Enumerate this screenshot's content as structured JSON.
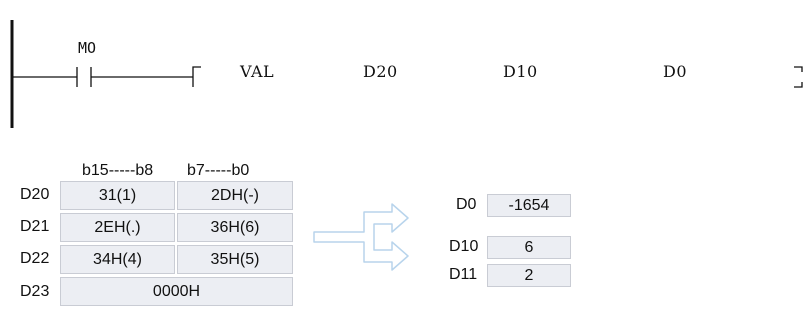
{
  "ladder": {
    "contact_label": "MO",
    "instruction": "VAL",
    "operands": [
      "D20",
      "D10",
      "D0"
    ]
  },
  "table": {
    "headers": [
      "b15-----b8",
      "b7-----b0"
    ],
    "rows": [
      {
        "reg": "D20",
        "high": "31(1)",
        "low": "2DH(-)"
      },
      {
        "reg": "D21",
        "high": "2EH(.)",
        "low": "36H(6)"
      },
      {
        "reg": "D22",
        "high": "34H(4)",
        "low": "35H(5)"
      },
      {
        "reg": "D23",
        "merged": "0000H"
      }
    ]
  },
  "results": [
    {
      "reg": "D0",
      "value": "-1654"
    },
    {
      "reg": "D10",
      "value": "6"
    },
    {
      "reg": "D11",
      "value": "2"
    }
  ],
  "colors": {
    "cell_fill": "#eceef3",
    "cell_border": "#c9ccd4",
    "arrow": "#b8d4ec"
  }
}
